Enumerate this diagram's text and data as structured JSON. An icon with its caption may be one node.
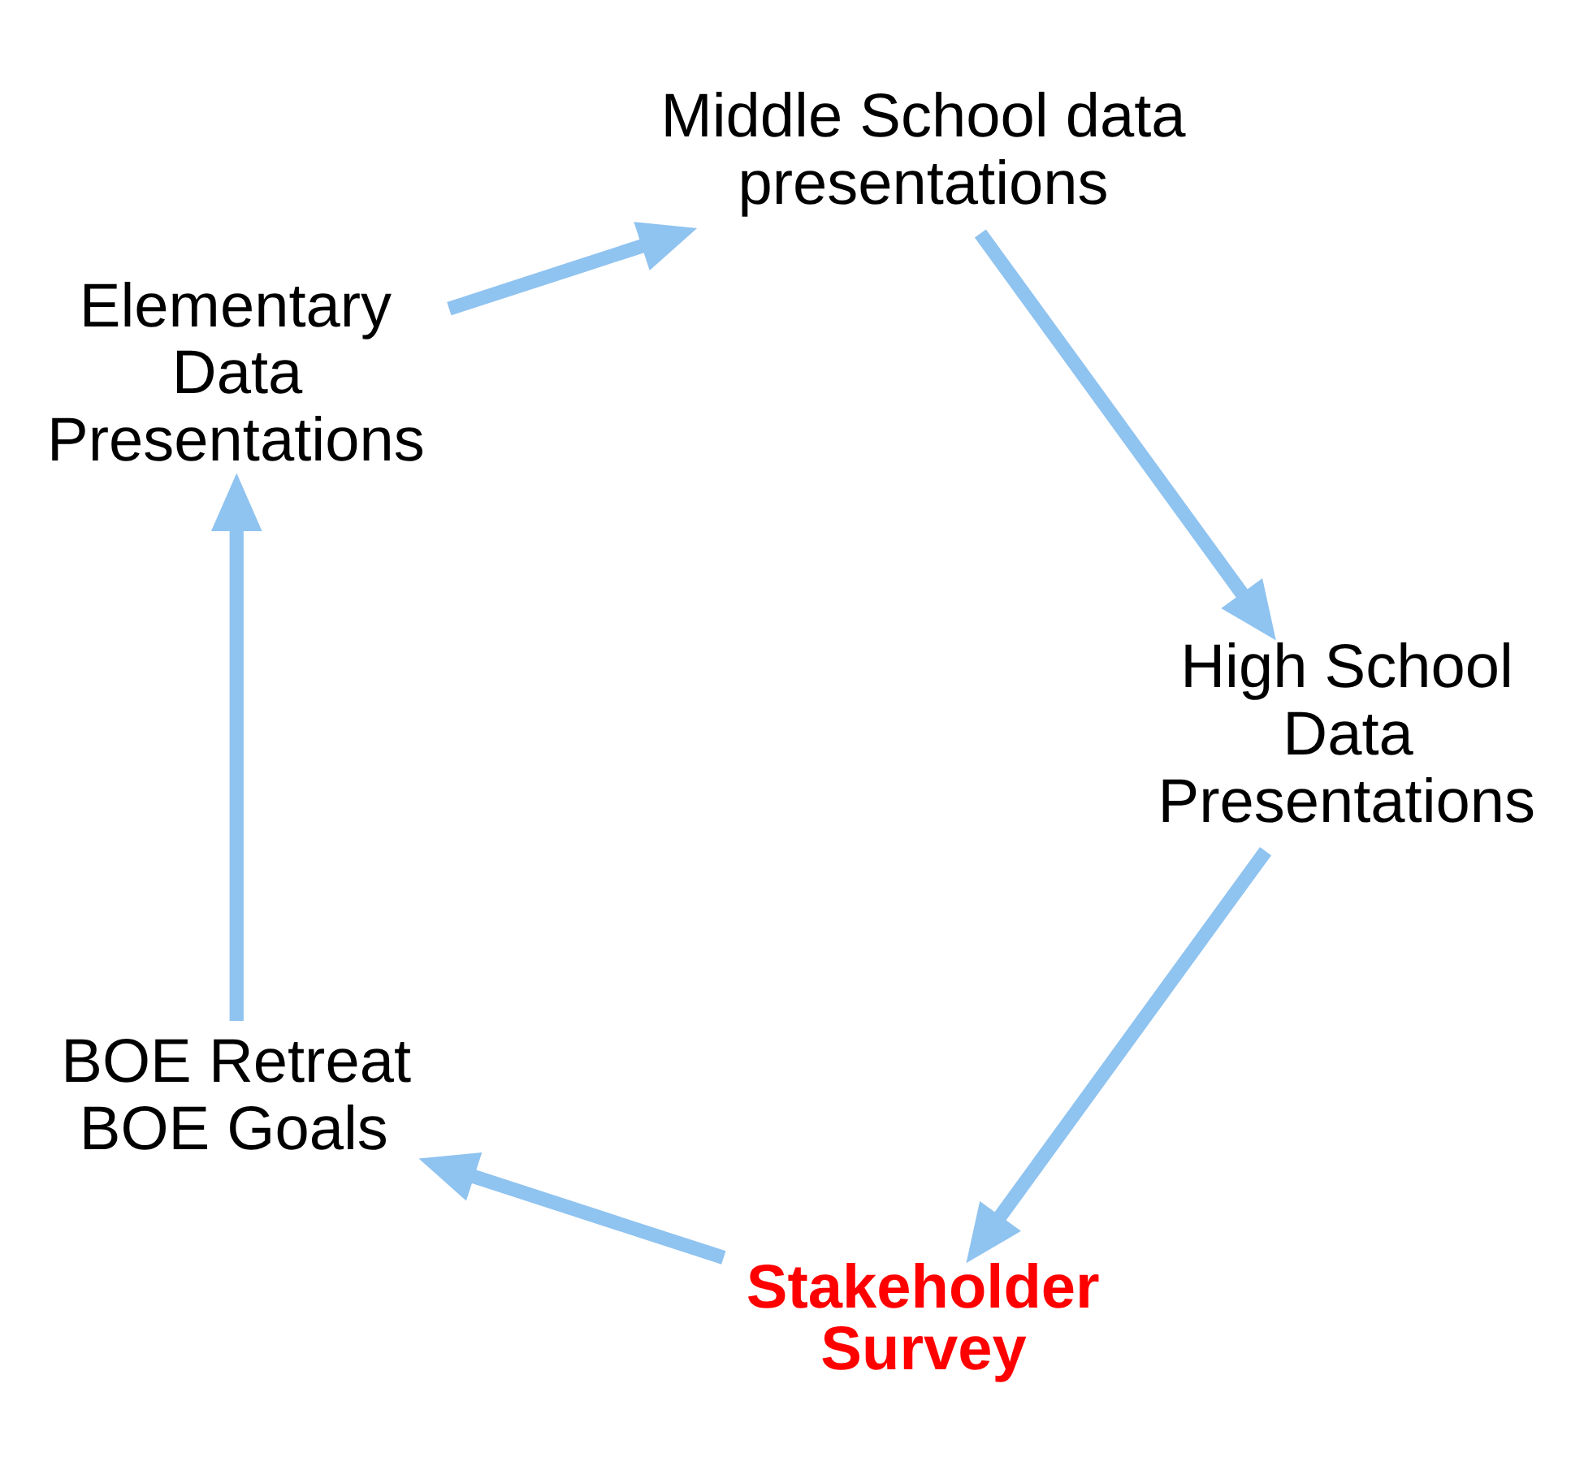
{
  "diagram": {
    "nodes": [
      {
        "text": [
          "Stakeholder Survey"
        ]
      },
      {
        "text": [
          "BOE Retreat",
          "BOE Goals"
        ]
      },
      {
        "text": [
          "Elementary Data Presentations"
        ]
      },
      {
        "text": [
          "Middle School data presentations"
        ]
      },
      {
        "text": [
          "High School Data Presentations"
        ]
      }
    ],
    "edges": [
      {
        "from": 0,
        "to": 1,
        "arrow": "to"
      },
      {
        "from": 1,
        "to": 2,
        "arrow": "to"
      },
      {
        "from": 2,
        "to": 3,
        "arrow": "to"
      },
      {
        "from": 3,
        "to": 4,
        "arrow": "to"
      },
      {
        "from": 4,
        "to": 0,
        "arrow": "to"
      }
    ]
  }
}
